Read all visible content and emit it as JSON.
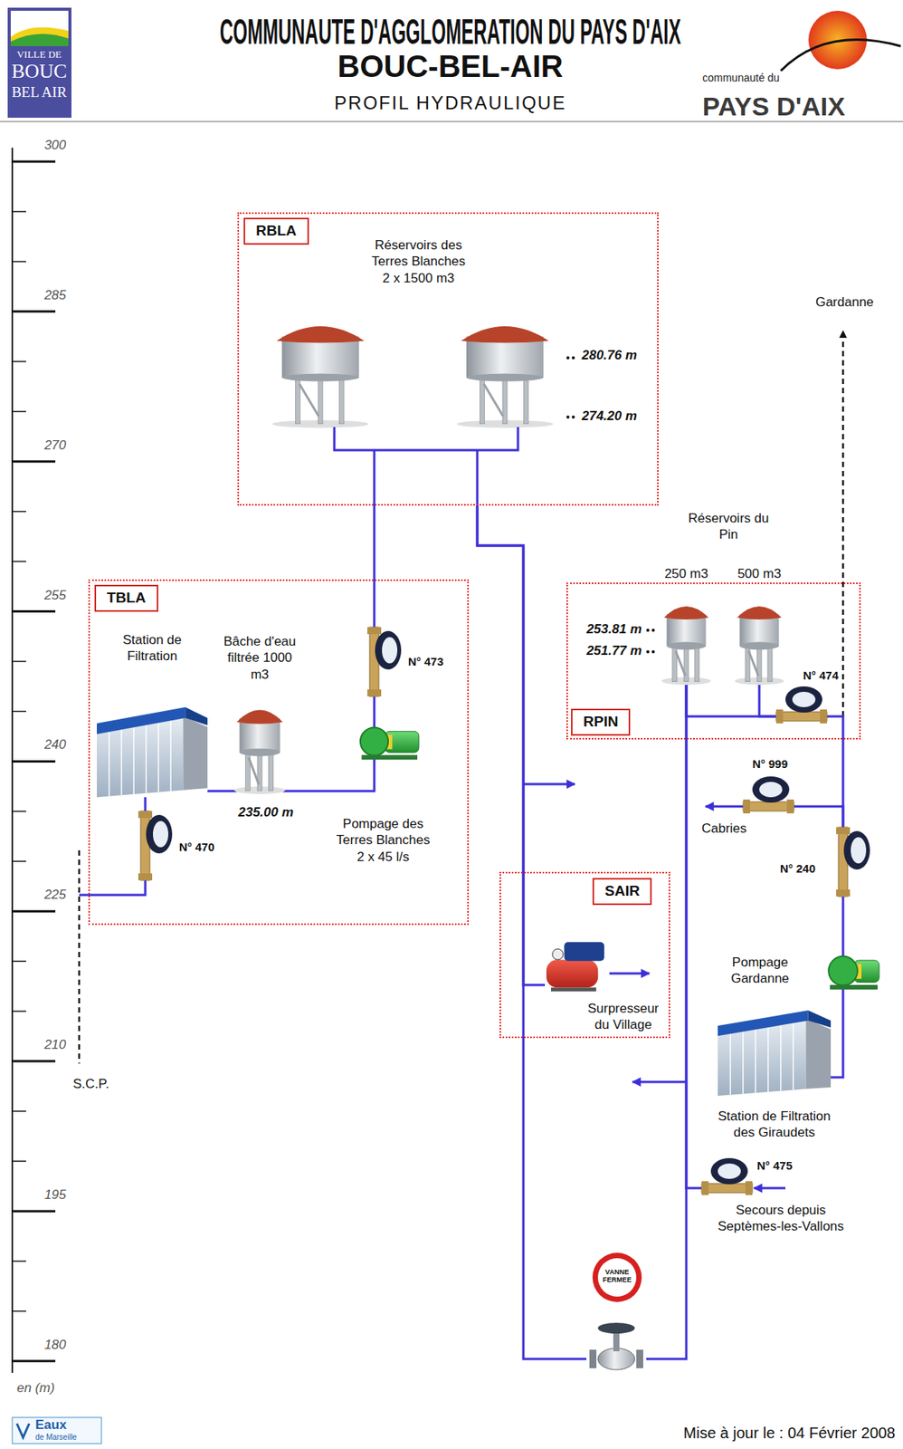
{
  "diagram": {
    "title": "COMMUNAUTE D'AGGLOMERATION DU PAYS D'AIX",
    "nodes": [
      {
        "text": [
          "RBLA",
          "Réservoirs des Terres Blanches 2 x 1500 m3"
        ]
      },
      {
        "text": [
          "TBLA"
        ]
      },
      {
        "text": [
          "Station de Filtration"
        ],
        "in": 1
      },
      {
        "text": [
          "Bâche d'eau filtrée 1000 m3"
        ],
        "in": 1
      },
      {
        "text": [
          "Pompage des Terres Blanches 2 x 45 l/s"
        ],
        "in": 1
      },
      {
        "text": [
          "N° 473"
        ],
        "in": 1
      },
      {
        "text": [
          "N° 470"
        ],
        "in": 1
      },
      {
        "text": [
          "RPIN",
          "Réservoirs du Pin"
        ]
      },
      {
        "text": [
          "250 m3"
        ],
        "in": 7
      },
      {
        "text": [
          "500 m3"
        ],
        "in": 7
      },
      {
        "text": [
          "N° 474"
        ],
        "in": 7
      },
      {
        "text": [
          "SAIR"
        ]
      },
      {
        "text": [
          "Surpresseur du Village"
        ],
        "in": 11
      },
      {
        "text": [
          "N° 999"
        ]
      },
      {
        "text": [
          "N° 240"
        ]
      },
      {
        "text": [
          "Pompage Gardanne"
        ]
      },
      {
        "text": [
          "Station de Filtration des Giraudets"
        ]
      },
      {
        "text": [
          "N° 475"
        ]
      },
      {
        "text": [
          "VANNE FERMEE"
        ]
      }
    ],
    "edges": [
      {
        "from": 6,
        "to": 2,
        "arrow": "none"
      },
      {
        "from": 2,
        "to": 3,
        "arrow": "none"
      },
      {
        "from": 3,
        "to": 4,
        "arrow": "none"
      },
      {
        "from": 4,
        "to": 5,
        "arrow": "none"
      },
      {
        "from": 5,
        "to": 0,
        "arrow": "none"
      },
      {
        "from": 0,
        "to": 12,
        "arrow": "none"
      },
      {
        "from": 0,
        "to": 18,
        "arrow": "none"
      },
      {
        "from": 18,
        "to": 8,
        "arrow": "none"
      },
      {
        "from": 17,
        "to": 8,
        "arrow": "none"
      },
      {
        "from": 16,
        "to": 15,
        "arrow": "none"
      },
      {
        "from": 15,
        "to": 14,
        "arrow": "none"
      },
      {
        "from": 14,
        "to": 13,
        "arrow": "none"
      },
      {
        "from": 14,
        "to": 10,
        "arrow": "none"
      },
      {
        "from": 10,
        "to": 8,
        "arrow": "none"
      },
      {
        "from": 10,
        "to": 9,
        "arrow": "none"
      }
    ],
    "labels": [
      "BOUC-BEL-AIR",
      "PROFIL HYDRAULIQUE",
      "VILLE DE",
      "BOUC",
      "BEL AIR",
      "communauté du",
      "PAYS D'AIX",
      "300",
      "285",
      "270",
      "255",
      "240",
      "225",
      "210",
      "195",
      "180",
      "en (m)",
      "280.76 m",
      "274.20 m",
      "235.00 m",
      "253.81 m",
      "251.77 m",
      "S.C.P.",
      "Gardanne",
      "Cabries",
      "Secours depuis Septèmes-les-Vallons",
      "Eaux",
      "de Marseille",
      "Mise à jour le : 04 Février 2008"
    ]
  }
}
